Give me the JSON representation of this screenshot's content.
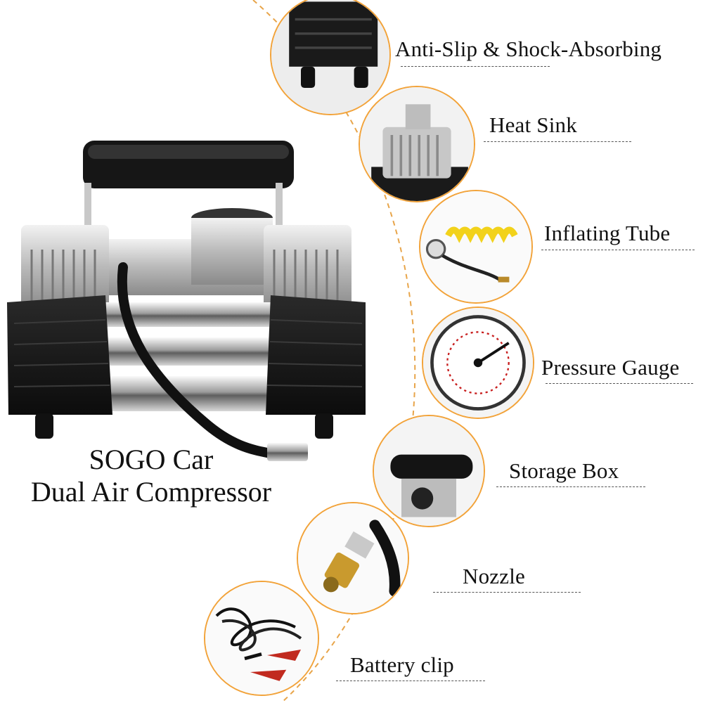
{
  "product": {
    "title_line1": "SOGO Car",
    "title_line2": "Dual Air Compressor"
  },
  "features": [
    {
      "label": "Anti-Slip & Shock-Absorbing",
      "icon": "anti-slip-feet-icon"
    },
    {
      "label": "Heat Sink",
      "icon": "heat-sink-icon"
    },
    {
      "label": "Inflating Tube",
      "icon": "inflating-tube-icon"
    },
    {
      "label": "Pressure Gauge",
      "icon": "pressure-gauge-icon"
    },
    {
      "label": "Storage Box",
      "icon": "storage-box-icon"
    },
    {
      "label": "Nozzle",
      "icon": "nozzle-icon"
    },
    {
      "label": "Battery clip",
      "icon": "battery-clip-icon"
    }
  ],
  "colors": {
    "accent_orange": "#f2a33a",
    "background": "#ffffff",
    "text": "#111111"
  }
}
